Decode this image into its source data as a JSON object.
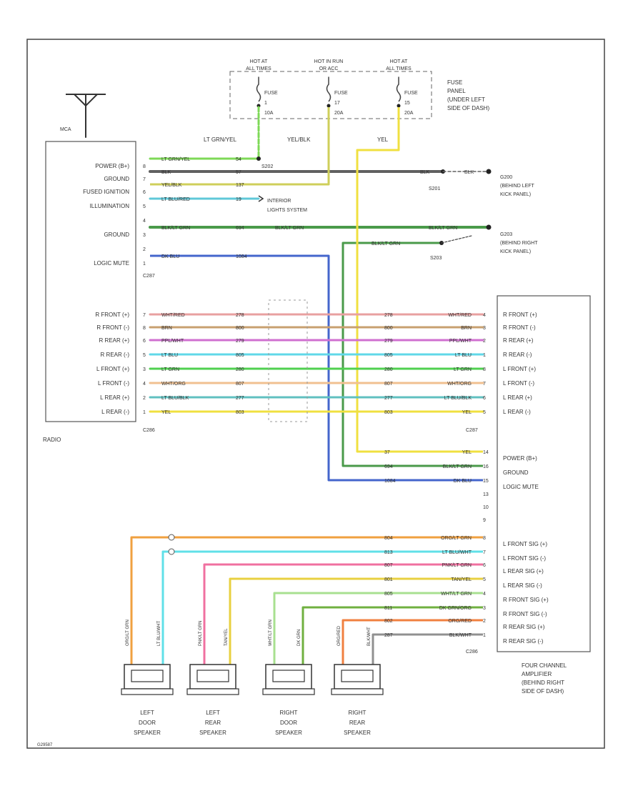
{
  "fuse_panel": {
    "hot_labels": [
      [
        "HOT AT",
        "ALL TIMES"
      ],
      [
        "HOT IN RUN",
        "OR ACC"
      ],
      [
        "HOT AT",
        "ALL TIMES"
      ]
    ],
    "fuses": [
      [
        "FUSE",
        "1",
        "10A"
      ],
      [
        "FUSE",
        "17",
        "20A"
      ],
      [
        "FUSE",
        "15",
        "20A"
      ]
    ],
    "panel_note": [
      "FUSE",
      "PANEL",
      "(UNDER LEFT",
      "SIDE OF DASH)"
    ]
  },
  "antenna_label": "MCA",
  "fuse_wire_labels": [
    "LT GRN/YEL",
    "YEL/BLK",
    "YEL"
  ],
  "radio": {
    "name": "RADIO",
    "pins_top": [
      "POWER (B+)",
      "GROUND",
      "FUSED IGNITION",
      "ILLUMINATION",
      "",
      "GROUND",
      "",
      "LOGIC MUTE"
    ],
    "pin_nums_top": [
      "8",
      "7",
      "6",
      "5",
      "4",
      "3",
      "2",
      "1"
    ],
    "connector_top": "C287",
    "pins_speaker": [
      "R FRONT (+)",
      "R FRONT (-)",
      "R REAR (+)",
      "R REAR (-)",
      "L FRONT (+)",
      "L FRONT (-)",
      "L REAR (+)",
      "L REAR (-)"
    ],
    "pin_nums_speaker": [
      "7",
      "8",
      "6",
      "5",
      "3",
      "4",
      "2",
      "1"
    ],
    "connector_bottom": "C286"
  },
  "top_wires": [
    {
      "color_label": "LT GRN/YEL",
      "circuit": "54",
      "color": "#7ed957"
    },
    {
      "color_label": "BLK",
      "circuit": "57",
      "color": "#606060"
    },
    {
      "color_label": "YEL/BLK",
      "circuit": "137",
      "color": "#cfcf5a"
    },
    {
      "color_label": "LT BLU/RED",
      "circuit": "19",
      "color": "#5fc8d8"
    },
    {
      "color_label": "BLK/LT GRN",
      "circuit": "694",
      "color": "#4a9a4a"
    },
    {
      "color_label": "DK BLU",
      "circuit": "1084",
      "color": "#4466cc"
    }
  ],
  "splices": {
    "s_top": "S202",
    "s201": "S201",
    "g200": "G200",
    "g200_note": [
      "(BEHIND LEFT",
      "KICK PANEL)"
    ],
    "s203": "S203",
    "g203": "G203",
    "g203_note": [
      "(BEHIND RIGHT",
      "KICK PANEL)"
    ],
    "blk_label": "BLK",
    "grn_label": "BLK/LT GRN"
  },
  "illum_note": [
    "INTERIOR",
    "LIGHTS SYSTEM"
  ],
  "speaker_wires": [
    {
      "color_label": "WHT/RED",
      "circuit": "278",
      "color": "#e8a0a0"
    },
    {
      "color_label": "BRN",
      "circuit": "800",
      "color": "#c8a070"
    },
    {
      "color_label": "PPL/WHT",
      "circuit": "279",
      "color": "#d070d0"
    },
    {
      "color_label": "LT BLU",
      "circuit": "805",
      "color": "#60d8e8"
    },
    {
      "color_label": "LT GRN",
      "circuit": "280",
      "color": "#50d050"
    },
    {
      "color_label": "WHT/ORG",
      "circuit": "807",
      "color": "#f0c090"
    },
    {
      "color_label": "LT BLU/BLK",
      "circuit": "277",
      "color": "#60c0c0"
    },
    {
      "color_label": "YEL",
      "circuit": "803",
      "color": "#f0e040"
    }
  ],
  "amplifier": {
    "name": [
      "FOUR CHANNEL",
      "AMPLIFIER",
      "(BEHIND RIGHT",
      "SIDE OF DASH)"
    ],
    "connector_top": "C287",
    "connector_bottom": "C286",
    "pins_input": [
      "R FRONT (+)",
      "R FRONT (-)",
      "R REAR (+)",
      "R REAR (-)",
      "L FRONT (+)",
      "L FRONT (-)",
      "L REAR (+)",
      "L REAR (-)"
    ],
    "pins_input_nums": [
      "4",
      "3",
      "2",
      "1",
      "8",
      "7",
      "6",
      "5"
    ],
    "pins_power": [
      "POWER (B+)",
      "GROUND",
      "LOGIC MUTE"
    ],
    "pins_power_nums": [
      "14",
      "16",
      "15"
    ],
    "power_wires": [
      {
        "circuit": "37",
        "color_label": "YEL",
        "color": "#f0e040"
      },
      {
        "circuit": "694",
        "color_label": "BLK/LT GRN",
        "color": "#4a9a4a"
      },
      {
        "circuit": "1084",
        "color_label": "DK BLU",
        "color": "#4466cc"
      }
    ],
    "unused_pins": [
      "13",
      "10",
      "9"
    ],
    "pins_output": [
      "L FRONT SIG (+)",
      "L FRONT SIG (-)",
      "L REAR SIG (+)",
      "L REAR SIG (-)",
      "R FRONT SIG (+)",
      "R FRONT SIG (-)",
      "R REAR SIG (+)",
      "R REAR SIG (-)"
    ],
    "pins_output_nums": [
      "8",
      "7",
      "6",
      "5",
      "4",
      "3",
      "2",
      "1"
    ],
    "output_wires": [
      {
        "circuit": "804",
        "color_label": "ORG/LT GRN",
        "color": "#f0a040"
      },
      {
        "circuit": "813",
        "color_label": "LT BLU/WHT",
        "color": "#60e0e8"
      },
      {
        "circuit": "807",
        "color_label": "PNK/LT GRN",
        "color": "#f070a0"
      },
      {
        "circuit": "801",
        "color_label": "TAN/YEL",
        "color": "#e8d040"
      },
      {
        "circuit": "805",
        "color_label": "WHT/LT GRN",
        "color": "#a8e090"
      },
      {
        "circuit": "811",
        "color_label": "DK GRN/ORG",
        "color": "#70b040"
      },
      {
        "circuit": "802",
        "color_label": "ORG/RED",
        "color": "#f08040"
      },
      {
        "circuit": "287",
        "color_label": "BLK/WHT",
        "color": "#909090"
      }
    ]
  },
  "speakers": [
    {
      "name": [
        "LEFT",
        "DOOR",
        "SPEAKER"
      ],
      "wires": [
        "ORG/LT GRN",
        "LT BLU/WHT"
      ]
    },
    {
      "name": [
        "LEFT",
        "REAR",
        "SPEAKER"
      ],
      "wires": [
        "PNK/LT GRN",
        "TAN/YEL"
      ]
    },
    {
      "name": [
        "RIGHT",
        "DOOR",
        "SPEAKER"
      ],
      "wires": [
        "WHT/LT GRN",
        "DK GRN"
      ]
    },
    {
      "name": [
        "RIGHT",
        "REAR",
        "SPEAKER"
      ],
      "wires": [
        "ORG/RED",
        "BLK/WHT"
      ]
    }
  ],
  "footer_code": "G29587"
}
